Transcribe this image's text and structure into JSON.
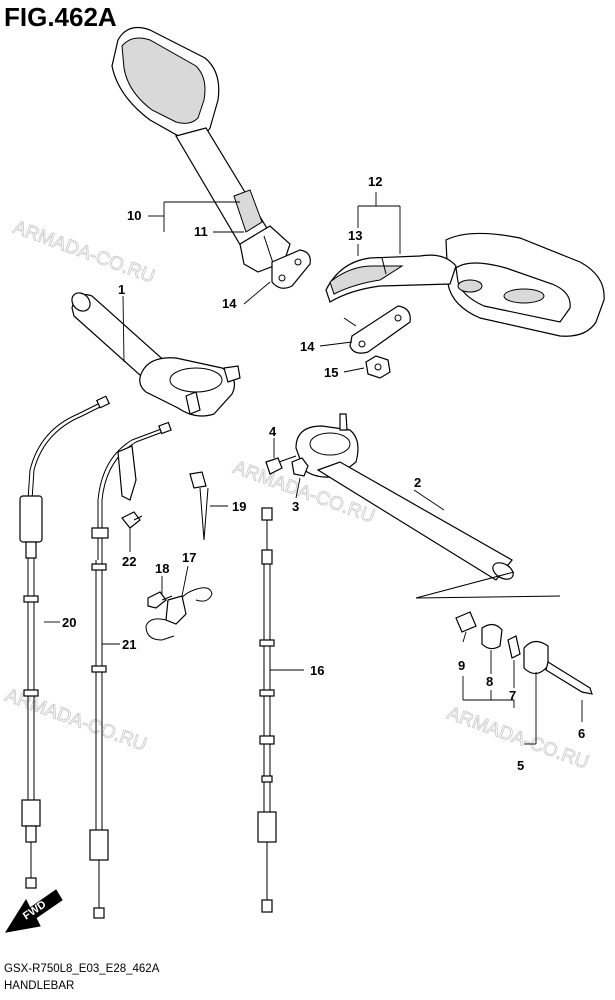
{
  "figure": {
    "title": "FIG.462A",
    "code": "GSX-R750L8_E03_E28_462A",
    "subtitle": "HANDLEBAR"
  },
  "watermark": "ARMADA-CO.RU",
  "fwd_label": "FWD",
  "callouts": [
    "1",
    "2",
    "3",
    "4",
    "5",
    "6",
    "7",
    "8",
    "9",
    "10",
    "11",
    "12",
    "13",
    "14",
    "14",
    "15",
    "16",
    "17",
    "18",
    "19",
    "20",
    "21",
    "22"
  ]
}
